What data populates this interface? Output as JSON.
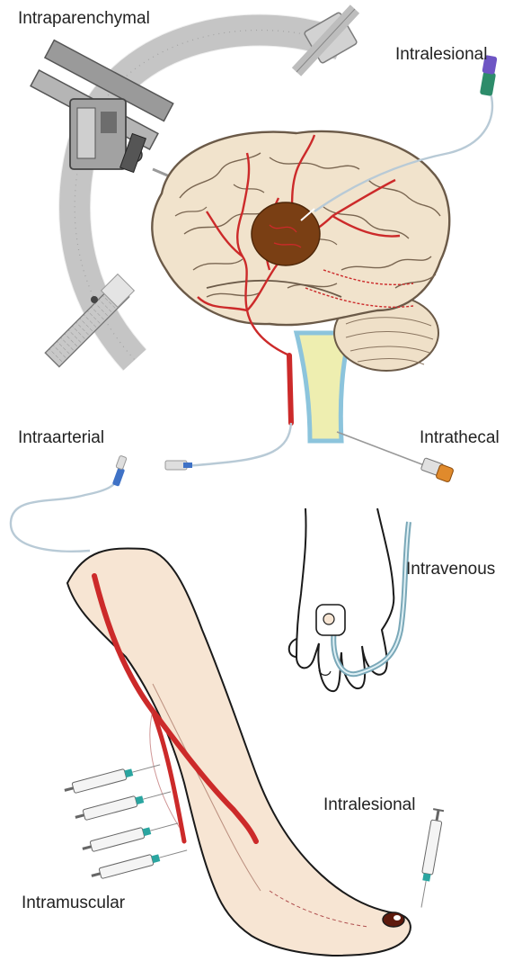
{
  "labels": {
    "intraparenchymal": "Intraparenchymal",
    "intralesional_brain": "Intralesional",
    "intraarterial": "Intraarterial",
    "intrathecal": "Intrathecal",
    "intravenous": "Intravenous",
    "intralesional_foot": "Intralesional",
    "intramuscular": "Intramuscular"
  },
  "colors": {
    "brain_fill": "#f1e3cc",
    "brain_outline": "#6b5a48",
    "lesion": "#7a3f14",
    "artery": "#cc2a2a",
    "csf_fill": "#eeeeb0",
    "csf_outline": "#8cc4dc",
    "frame_metal": "#d6d6d6",
    "skin": "#f7e5d3",
    "catheter": "#9cb8cc",
    "syringe_hub": "#2aa5a0"
  },
  "icons": [
    "stereotactic-frame-icon",
    "brain-icon",
    "catheter-icon",
    "hand-iv-icon",
    "leg-icon",
    "syringe-icon"
  ]
}
